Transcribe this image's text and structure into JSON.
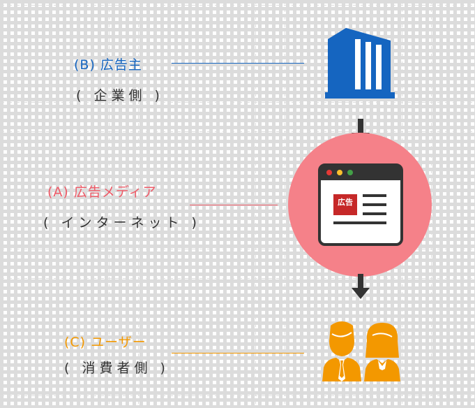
{
  "colors": {
    "advertiser": "#1565c0",
    "media": "#ee5a67",
    "user": "#f39800",
    "circle": "#f58189",
    "arrow": "#333333",
    "text": "#333333"
  },
  "advertiser": {
    "label": "(B) 広告主",
    "sub": "( 企業側 )",
    "icon": "building-icon"
  },
  "media": {
    "label": "(A) 広告メディア",
    "sub": "( インターネット )",
    "icon": "browser-window-icon",
    "badge": "広告"
  },
  "user": {
    "label": "(C) ユーザー",
    "sub": "( 消費者側 )",
    "icon": "users-icon"
  }
}
